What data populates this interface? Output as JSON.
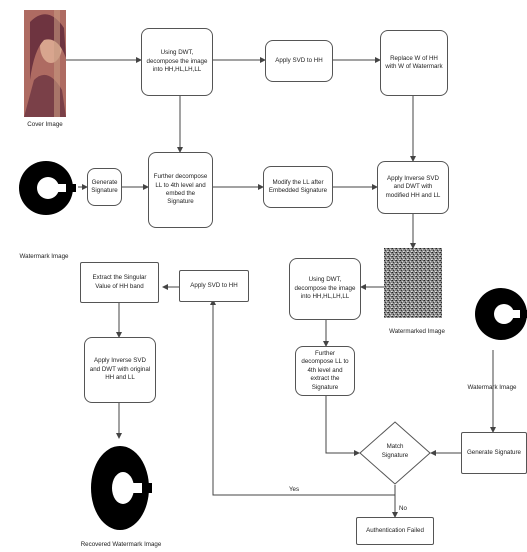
{
  "images": {
    "cover": "Cover Image",
    "watermark_left": "Watermark Image",
    "watermarked": "Watermarked Image",
    "watermark_right": "Watermark Image",
    "recovered": "Recovered Watermark Image"
  },
  "nodes": {
    "dwt_decompose": "Using DWT, decompose the image into HH,HL,LH,LL",
    "apply_svd_hh": "Apply SVD to HH",
    "replace_hh": "Replace W of HH with W of Watermark",
    "generate_signature_left": "Generate Signature",
    "further_decompose_embed": "Further decompose LL to 4th level and embed the Signature",
    "modify_ll": "Modify the LL after Embedded Signature",
    "inverse_svd_dwt": "Apply Inverse SVD and DWT with modified HH and LL",
    "extract_singular": "Extract the Singular Value of HH band",
    "apply_svd_hh_2": "Apply SVD to HH",
    "dwt_decompose_2": "Using DWT, decompose the image into HH,HL,LH,LL",
    "inverse_svd_dwt_2": "Apply Inverse SVD and DWT with original HH and LL",
    "further_decompose_extract": "Further decompose LL to 4th level and extract the Signature",
    "match_signature": "Match Signature",
    "generate_signature_right": "Generate Signature",
    "auth_failed": "Authentication Failed"
  },
  "edge_labels": {
    "yes": "Yes",
    "no": "No"
  }
}
